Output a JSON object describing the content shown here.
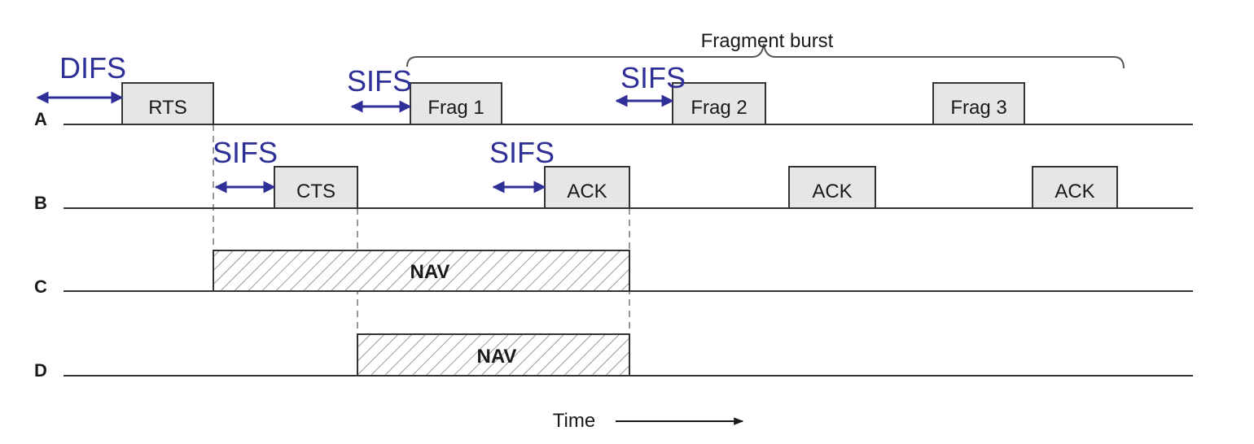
{
  "stations": [
    "A",
    "B",
    "C",
    "D"
  ],
  "frames": {
    "rts": "RTS",
    "frag1": "Frag 1",
    "frag2": "Frag 2",
    "frag3": "Frag 3",
    "cts": "CTS",
    "ack1": "ACK",
    "ack2": "ACK",
    "ack3": "ACK"
  },
  "nav": {
    "c": "NAV",
    "d": "NAV"
  },
  "interframe_spaces": {
    "difs": "DIFS",
    "sifs_a1": "SIFS",
    "sifs_a2": "SIFS",
    "sifs_b1": "SIFS",
    "sifs_b2": "SIFS"
  },
  "fragment_burst_label": "Fragment burst",
  "time_label": "Time",
  "colors": {
    "ifs": "#2f2f98",
    "frame_fill": "#e6e6e6",
    "line": "#333333"
  }
}
